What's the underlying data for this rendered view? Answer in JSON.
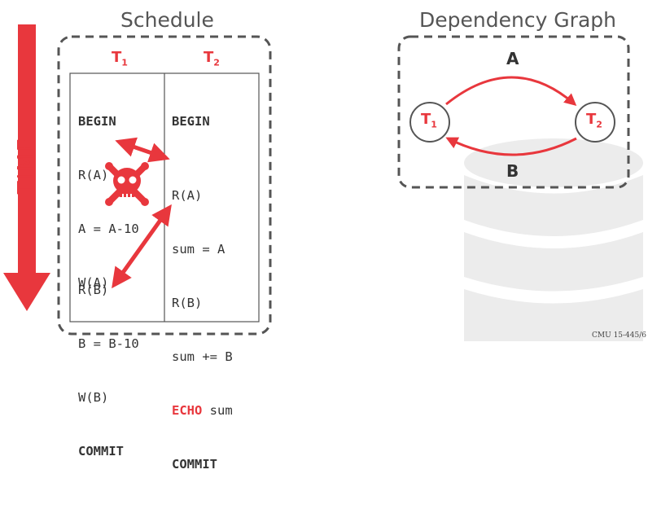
{
  "schedule": {
    "title": "Schedule",
    "time_label": "TIME",
    "t1_header": {
      "letter": "T",
      "sub": "1"
    },
    "t2_header": {
      "letter": "T",
      "sub": "2"
    },
    "t1_ops_top": [
      "BEGIN",
      "R(A)",
      "A = A-10",
      "W(A)"
    ],
    "t1_ops_bottom": [
      "R(B)",
      "B = B-10",
      "W(B)",
      "COMMIT"
    ],
    "t2_ops_top": [
      "BEGIN"
    ],
    "t2_ops_mid": [
      "R(A)",
      "sum = A",
      "R(B)",
      "sum += B"
    ],
    "t2_echo_kw": "ECHO",
    "t2_echo_arg": " sum",
    "t2_commit": "COMMIT"
  },
  "graph": {
    "title": "Dependency Graph",
    "edge_a": "A",
    "edge_b": "B",
    "node1": {
      "letter": "T",
      "sub": "1"
    },
    "node2": {
      "letter": "T",
      "sub": "2"
    }
  },
  "footer": "CMU 15-445/6",
  "colors": {
    "accent": "#e8373d",
    "border": "#555555",
    "text": "#333333",
    "watermark": "#e9e9e9"
  },
  "icons": {
    "conflict": "skull-crossbones-icon",
    "time_arrow": "arrow-down-icon"
  }
}
